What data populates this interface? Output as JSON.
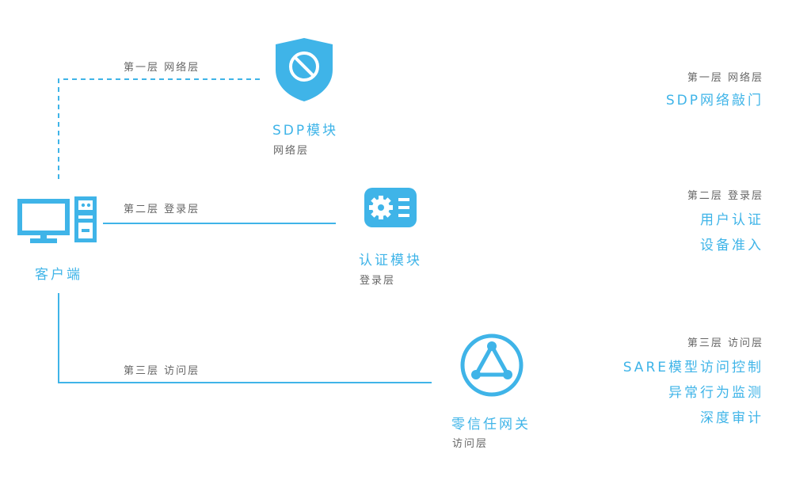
{
  "client": {
    "label": "客户端"
  },
  "lines": {
    "layer1_label": "第一层 网络层",
    "layer2_label": "第二层 登录层",
    "layer3_label": "第三层 访问层"
  },
  "modules": {
    "sdp": {
      "title": "SDP模块",
      "subtitle": "网络层"
    },
    "auth": {
      "title": "认证模块",
      "subtitle": "登录层"
    },
    "gateway": {
      "title": "零信任网关",
      "subtitle": "访问层"
    }
  },
  "right_panel": {
    "layer1": {
      "caption": "第一层 网络层",
      "items": [
        "SDP网络敲门"
      ]
    },
    "layer2": {
      "caption": "第二层 登录层",
      "items": [
        "用户认证",
        "设备准入"
      ]
    },
    "layer3": {
      "caption": "第三层 访问层",
      "items": [
        "SARE模型访问控制",
        "异常行为监测",
        "深度审计"
      ]
    }
  },
  "colors": {
    "accent": "#3fb4e8",
    "text_gray": "#666666"
  },
  "icons": {
    "client": "computer-icon",
    "sdp": "shield-block-icon",
    "auth": "gear-card-icon",
    "gateway": "triangle-nodes-icon"
  }
}
